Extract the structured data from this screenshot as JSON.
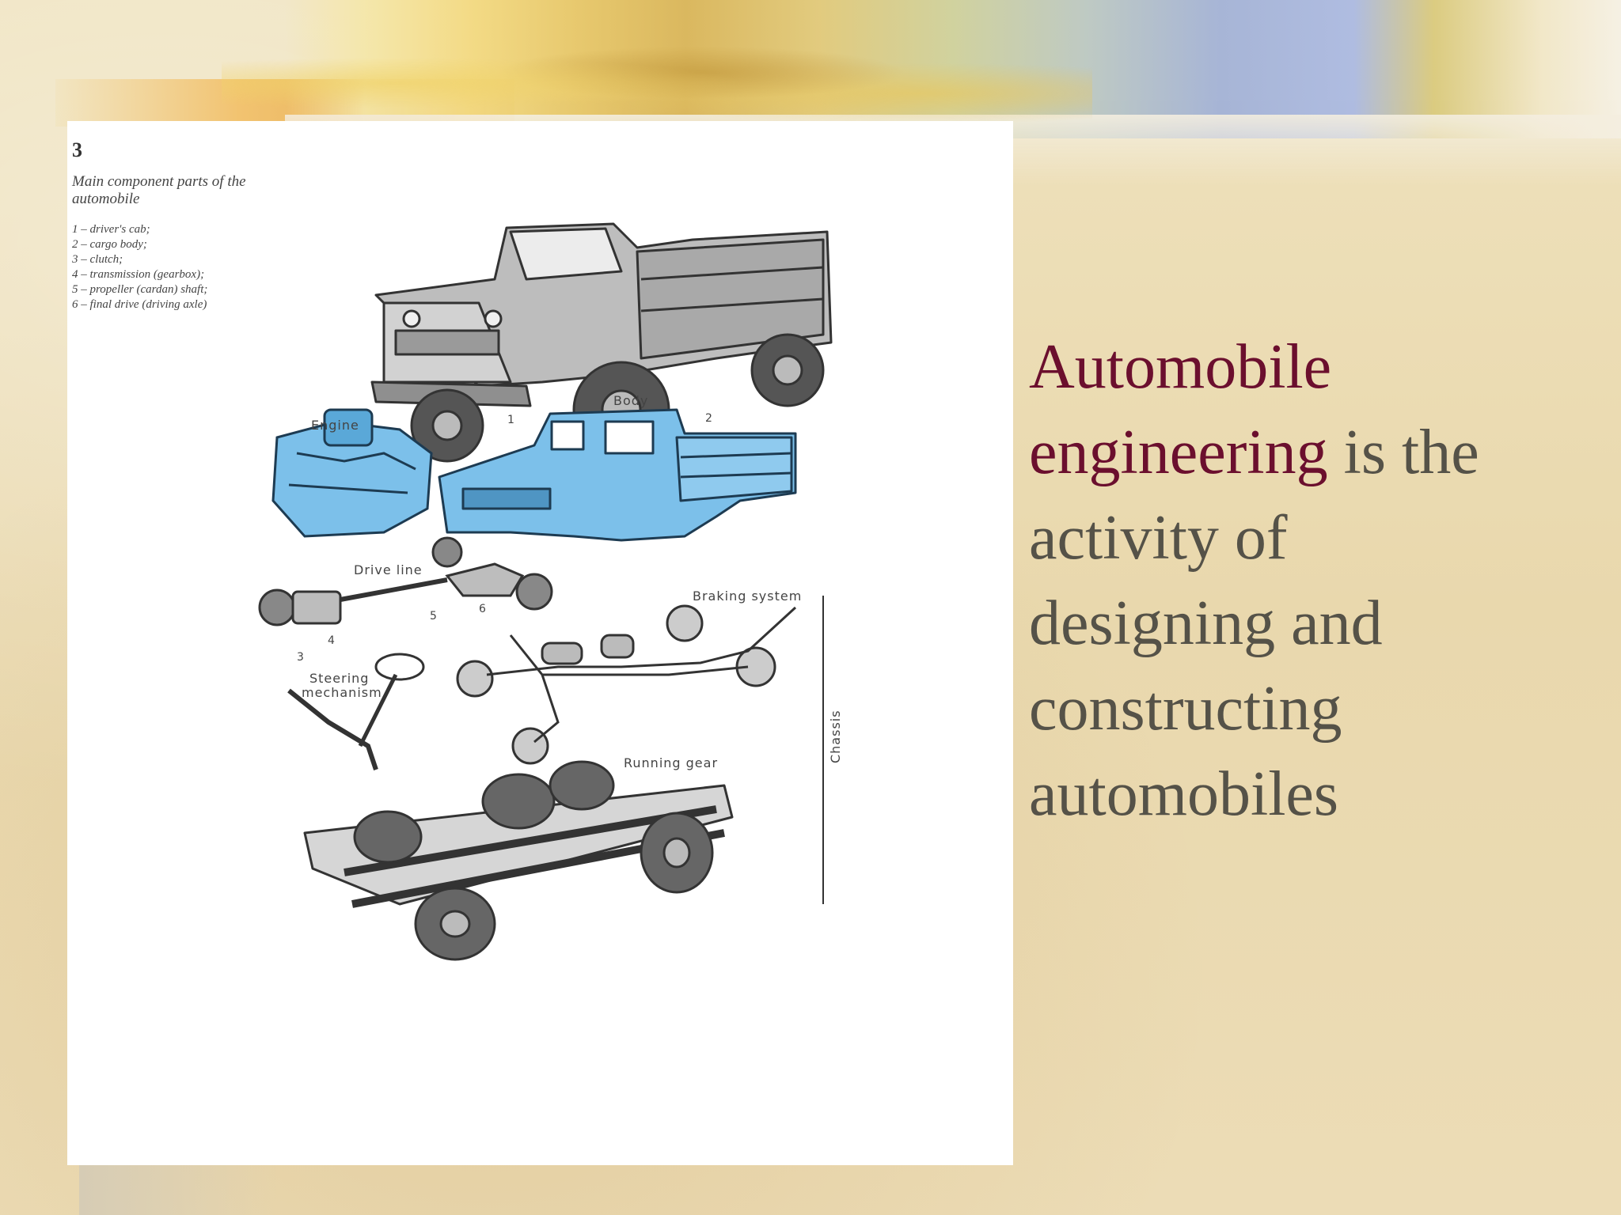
{
  "figure": {
    "number": "3",
    "caption": "Main component parts of the automobile",
    "legend": [
      "1 – driver's cab;",
      "2 – cargo body;",
      "3 – clutch;",
      "4 – transmission (gearbox);",
      "5 – propeller (cardan) shaft;",
      "6 – final drive (driving axle)"
    ],
    "labels": {
      "body": "Body",
      "engine": "Engine",
      "drive_line": "Drive line",
      "braking_system": "Braking system",
      "steering_mechanism_1": "Steering",
      "steering_mechanism_2": "mechanism",
      "running_gear": "Running gear",
      "chassis": "Chassis"
    },
    "callouts": {
      "n1": "1",
      "n2": "2",
      "n3": "3",
      "n4": "4",
      "n5": "5",
      "n6": "6"
    },
    "colors": {
      "highlight": "#7cc0ea",
      "line": "#333333"
    }
  },
  "slide": {
    "term": "Automobile engineering",
    "term_line1": "Automobile",
    "term_line2": "engineering",
    "rest_line2": " is the",
    "line3": "activity of",
    "line4": "designing and",
    "line5": "constructing",
    "line6": "automobiles"
  }
}
